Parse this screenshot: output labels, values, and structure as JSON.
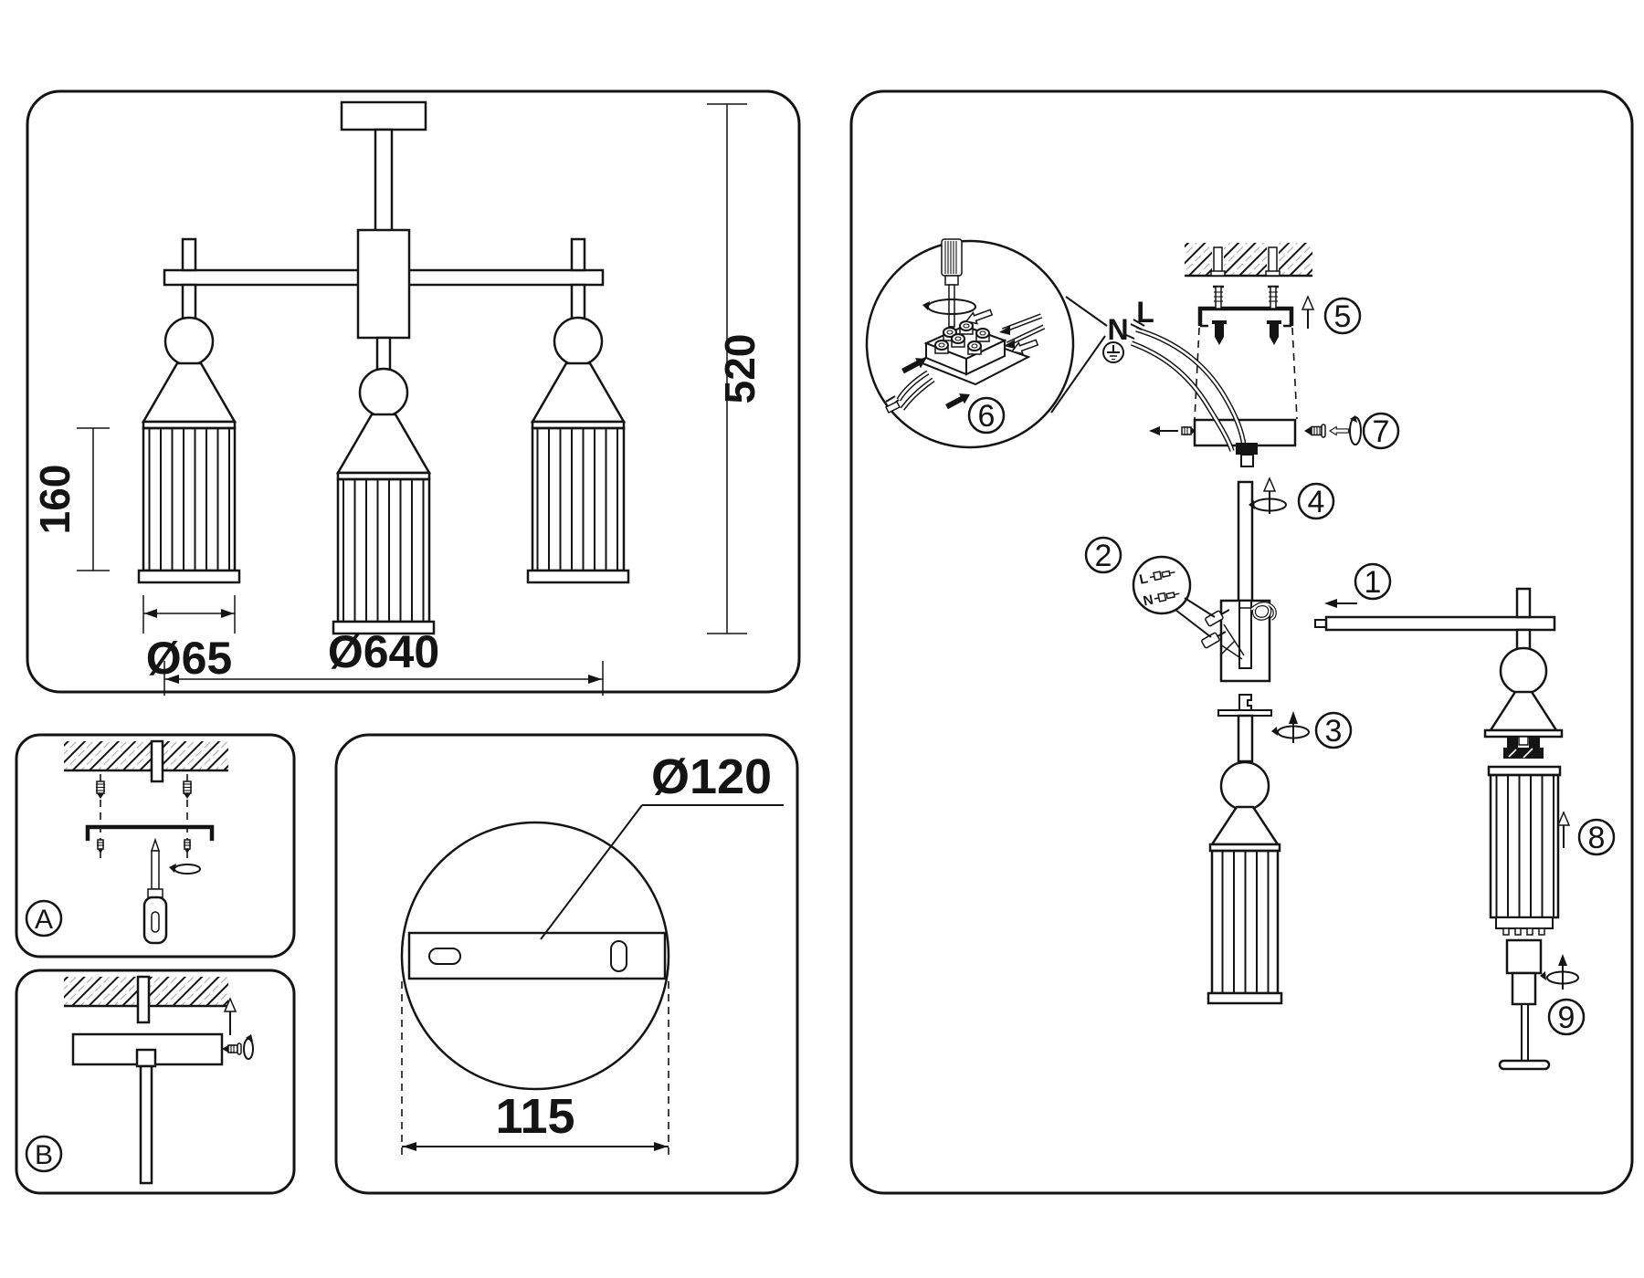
{
  "colors": {
    "ink": "#141414",
    "paper": "#ffffff",
    "hatch_alt": "#a6a6a6"
  },
  "main_drawing": {
    "shade_height": "160",
    "shade_diameter": "Ø65",
    "fixture_diameter": "Ø640",
    "fixture_height": "520"
  },
  "mounting_variants": {
    "a_label": "A",
    "b_label": "B"
  },
  "canopy_drawing": {
    "canopy_diameter": "Ø120",
    "hole_spacing": "115"
  },
  "assembly": {
    "steps": [
      {
        "num": "1"
      },
      {
        "num": "2"
      },
      {
        "num": "3"
      },
      {
        "num": "4"
      },
      {
        "num": "5"
      },
      {
        "num": "6"
      },
      {
        "num": "7"
      },
      {
        "num": "8"
      },
      {
        "num": "9"
      }
    ],
    "wiring": {
      "neutral_label": "N",
      "live_label": "L"
    },
    "connector_detail": {
      "live_label": "L",
      "neutral_label": "N"
    }
  },
  "icons": {
    "screwdriver": "flat screwdriver",
    "rotation": "rotate/tighten arrow",
    "up_arrow": "lift direction arrow",
    "earth": "protective earth symbol",
    "anchor": "wall plug anchor",
    "screw": "mounting screw",
    "terminal_block": "screw terminal block"
  }
}
